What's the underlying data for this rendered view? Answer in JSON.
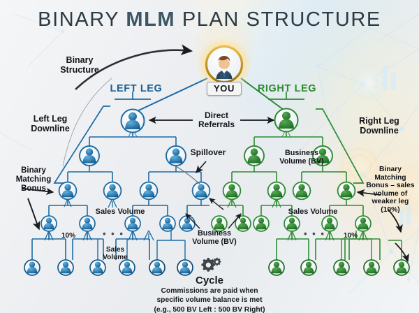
{
  "title": {
    "pre": "BINARY ",
    "bold": "MLM",
    "post": " PLAN STRUCTURE"
  },
  "center": {
    "you_label": "YOU",
    "avatar_icon": "businessman-avatar-icon"
  },
  "labels": {
    "binary_structure": "Binary\nStructure",
    "left_leg": "LEFT LEG",
    "right_leg": "RIGHT LEG",
    "left_leg_downline": "Left Leg\nDownline",
    "right_leg_downline": "Right Leg\nDownline",
    "direct_referrals": "Direct\nReferrals",
    "spillover": "Spillover",
    "binary_matching_bonus_left": "Binary\nMatching\nBonus",
    "binary_matching_bonus_right": "Binary\nMatching\nBonus – sales\nvolume of\nweaker leg\n(10%)",
    "business_volume_right_top": "Business\nVolume (BV)",
    "business_volume_center": "Business\nVolume (BV)",
    "sales_volume_left_upper": "Sales Volume",
    "sales_volume_left_lower": "Sales\nVolume",
    "sales_volume_right": "Sales Volume",
    "pct_left": "10%",
    "pct_right": "10%",
    "ellipsis_left": "• • •",
    "ellipsis_right": "• • •"
  },
  "cycle": {
    "icon": "gears-icon",
    "title": "Cycle",
    "body": "Commissions are paid when\nspecific volume balance is met\n(e.g., 500 BV Left : 500 BV Right)"
  },
  "colors": {
    "title_dark": "#2b3a44",
    "left_blue": "#1c6ba5",
    "left_blue_dark": "#12537f",
    "right_green": "#2d8b33",
    "right_green_dark": "#1f6b26",
    "text_black": "#111418",
    "gold_ring": "#d9a82a",
    "background": "#eef0f2"
  },
  "chart_data": {
    "type": "diagram",
    "structure": "binary-tree",
    "root": "YOU",
    "legs": [
      {
        "name": "LEFT LEG",
        "color": "#1c6ba5",
        "levels": [
          1,
          2,
          4,
          6,
          6
        ]
      },
      {
        "name": "RIGHT LEG",
        "color": "#2d8b33",
        "levels": [
          1,
          2,
          4,
          6,
          6
        ]
      }
    ],
    "matching_bonus_percent": 10,
    "cycle_example": "500 BV Left : 500 BV Right"
  }
}
